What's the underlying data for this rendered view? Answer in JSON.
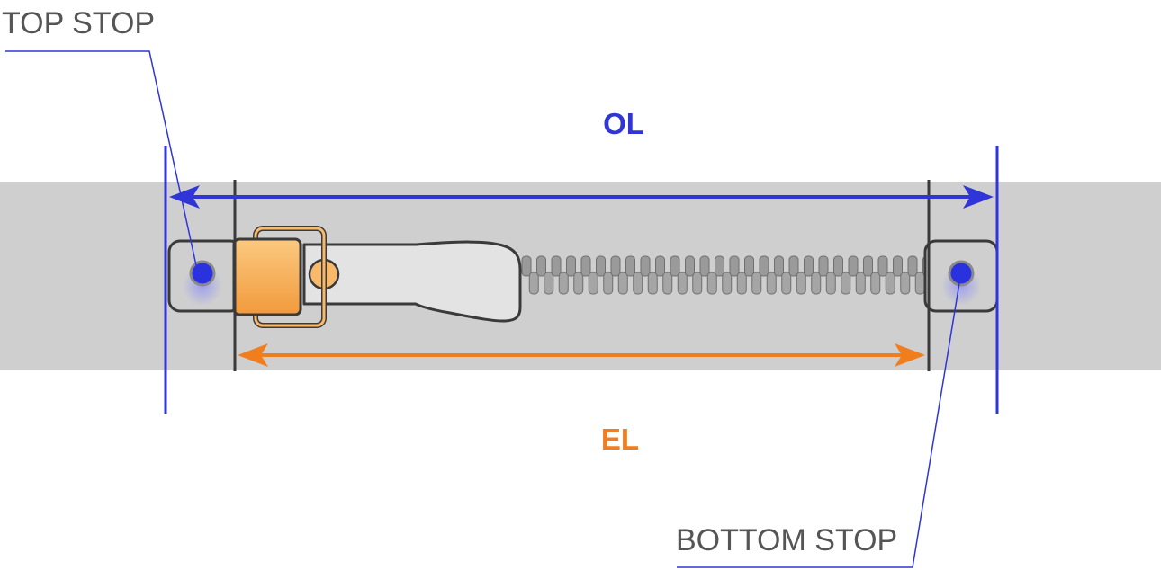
{
  "labels": {
    "top_stop": "TOP STOP",
    "bottom_stop": "BOTTOM STOP",
    "overall_length": "OL",
    "effective_length": "EL"
  },
  "colors": {
    "tape": "#cfcfcf",
    "ol_dimension": "#2f35d6",
    "el_dimension": "#f07e1f",
    "stop_dot": "#2a32e0",
    "slider_body": "#f6b867",
    "teeth": "#9a9a9a",
    "outline": "#3a3a3a",
    "callout_text": "#555555"
  },
  "icons": {
    "slider": "zipper-slider-icon",
    "puller": "zipper-pull-tab-icon",
    "teeth": "zipper-teeth-chain"
  }
}
